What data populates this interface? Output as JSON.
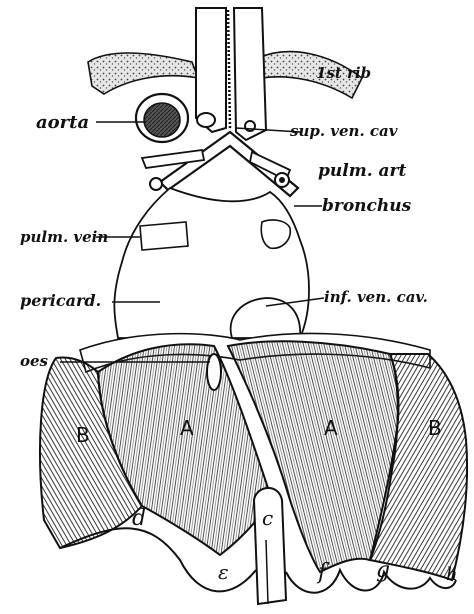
{
  "labels": {
    "first_rib": "1st rib",
    "aorta": "aorta",
    "sup_ven_cav": "sup. ven. cav",
    "pulm_art": "pulm. art",
    "bronchus": "bronchus",
    "pulm_vein": "pulm. vein",
    "pericard": "pericard.",
    "inf_ven_cav": "inf. ven. cav.",
    "oes": "oes",
    "muscle_B_left": "B",
    "muscle_A_left": "A",
    "muscle_A_right": "A",
    "muscle_B_right": "B",
    "letter_d": "d",
    "letter_c": "c",
    "letter_e": "ε",
    "letter_f": "f",
    "letter_g": "g",
    "letter_h": "h"
  },
  "colors": {
    "ink": "#111111",
    "stipple": "#cfcfcf",
    "background": "#ffffff"
  }
}
